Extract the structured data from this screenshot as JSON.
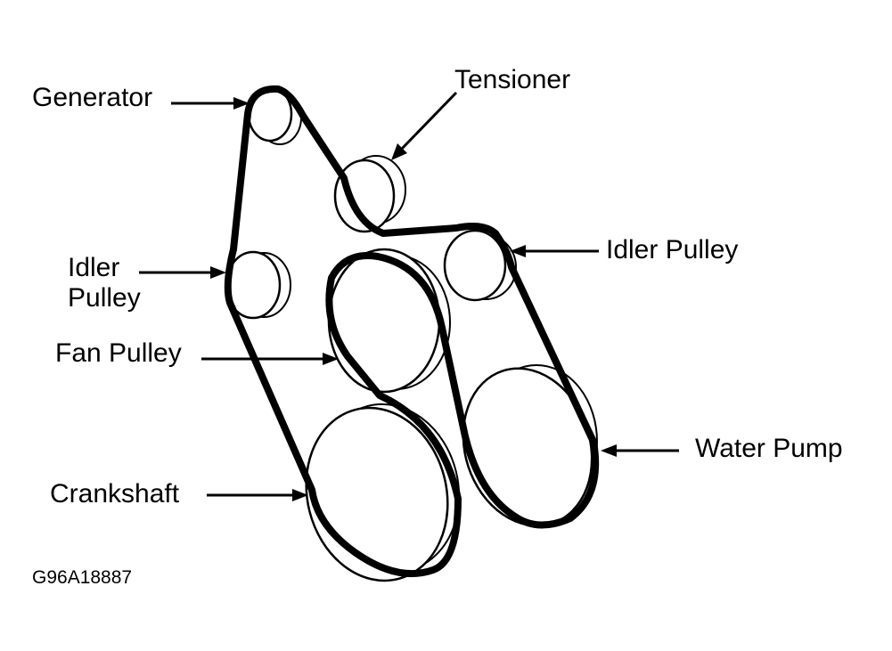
{
  "labels": {
    "generator": "Generator",
    "tensioner": "Tensioner",
    "idler_pulley_right": "Idler Pulley",
    "idler_pulley_left_line1": "Idler",
    "idler_pulley_left_line2": "Pulley",
    "fan_pulley": "Fan Pulley",
    "water_pump": "Water Pump",
    "crankshaft": "Crankshaft"
  },
  "figure_code": "G96A18887",
  "colors": {
    "ink": "#000000",
    "background": "#ffffff"
  }
}
